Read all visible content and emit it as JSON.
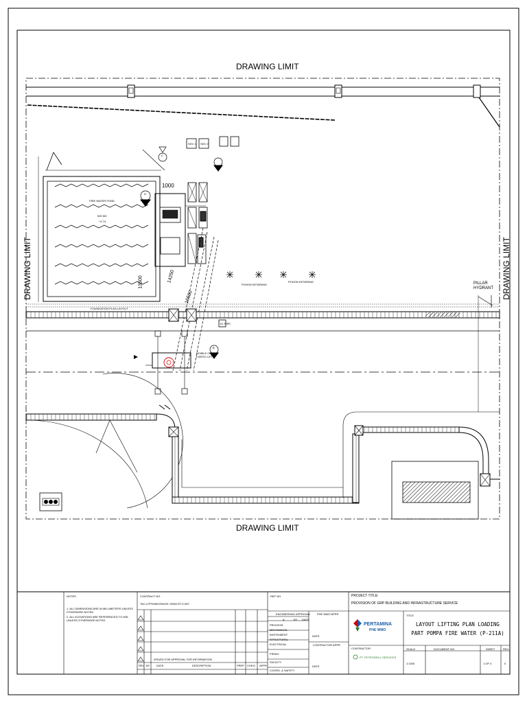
{
  "drawing_limit_labels": {
    "top": "DRAWING LIMIT",
    "bottom": "DRAWING LIMIT",
    "left": "DRAWING LIMIT",
    "right": "DRAWING LIMIT"
  },
  "plan": {
    "pond_label": "FIRE WATER POND",
    "pond_dims": "500 M3",
    "pond_level": "+2.74",
    "dim_1000": "1000",
    "dim_13500": "13500",
    "dim_14250": "14250",
    "dim_16500": "16500",
    "box_sdv_1": "SDV 1",
    "box_sdv_2": "SDV 2",
    "pillar_hydrant": "PILLAR\nHYDRANT",
    "tree_label_1": "POHON KETAPANG",
    "tree_label_2": "POHON KETAPANG",
    "foundation_label": "FOUNDATION PLAN LAYOUT",
    "crane_label": "MOBILE CRANE\nCARGO LIFT",
    "pipe_tag": "EL PIPE",
    "bubble_b": "B",
    "bubble_c": "C",
    "bubble_d": "D"
  },
  "title_block": {
    "notes_header": "NOTES",
    "notes_1": "1. ALL DIMENSIONS ARE IN MILLIMETERS UNLESS OTHERWISE NOTED",
    "notes_2": "2. ALL ELEVATIONS ARE REFERENCED TO MSL UNLESS OTHERWISE NOTED",
    "contract_header": "CONTRACT NO.",
    "contract_no": "TAC-UTP/WMO/DN/05 / MSW.ST.O.020",
    "ref_header": "REF NO.",
    "project_title_header": "PROJECT TITLE:",
    "project_title": "PROVISION OF GRP BUILDING AND INFRASTRUCTURE SERVICE",
    "eng_approval": "ENGINEERING APPROVAL",
    "phe_approval": "PHE WMO APPR",
    "rev_ab": "A",
    "rev_col_by": "BY",
    "rev_col_date": "DATE",
    "disciplines": [
      "PROCESS",
      "MECHANICAL",
      "INSTRUMENT",
      "STRUCTURAL",
      "ELECTRICAL",
      "PIPING",
      "FACILITY",
      "COORD. & SAFETY"
    ],
    "date_label_1": "DATE",
    "date_label_2": "DATE",
    "contractor_appr": "CONTRACTOR APPR",
    "contractor_label": "CONTRACTOR",
    "issue_row": "ISSUED FOR APPROVAL FOR INFORMATION",
    "rev_header": [
      "REV",
      "BY",
      "DATE",
      "DESCRIPTION",
      "PREP",
      "CHK'D",
      "APPR"
    ],
    "company_name": "PERTAMINA",
    "company_sub": "PHE WMO",
    "contractor_name": "PT. PETRODRILL SERVICES",
    "title_header": "TITLE",
    "drawing_title_1": "LAYOUT LIFTING PLAN LOADING",
    "drawing_title_2": "PART POMPA FIRE WATER (P-211A)",
    "scale_header": "SCALE",
    "docno_header": "DOCUMENT NO.",
    "sheet_header": "SHEET",
    "rev_header_short": "REV.",
    "scale_value": "1:1000",
    "sheet_value": "1 OF 4",
    "rev_value": "0"
  },
  "colors": {
    "ink": "#000000",
    "crane_red": "#cc0000",
    "brand_blue": "#1a5ea8",
    "brand_green": "#2a7a2a"
  }
}
